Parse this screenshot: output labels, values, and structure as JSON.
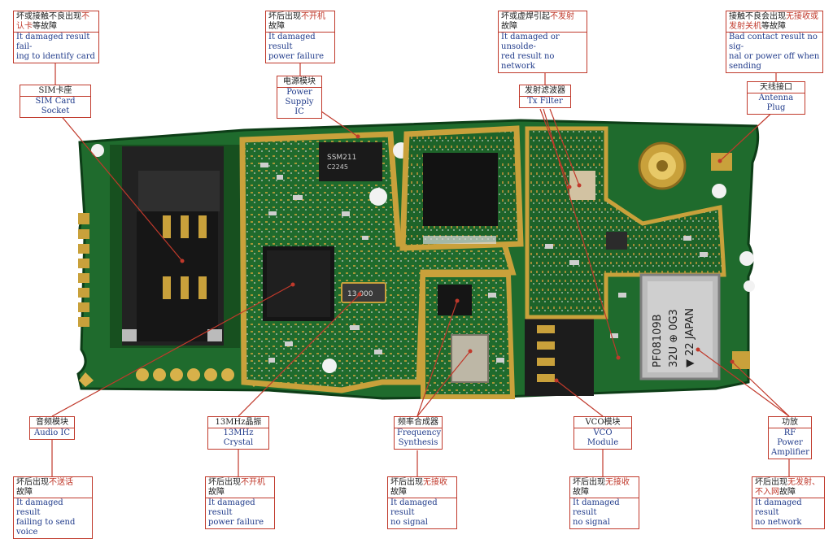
{
  "colors": {
    "pcb_green": "#1f6b2d",
    "pcb_dark": "#0d3d17",
    "gold": "#c9a13b",
    "leader_red": "#c0392b",
    "english_text": "#1f3a8a"
  },
  "components": {
    "sim_socket": {
      "cn": "SIM卡座",
      "en": "SIM Card Socket"
    },
    "power_ic": {
      "cn": "电源模块",
      "en1": "Power",
      "en2": "Supply IC"
    },
    "tx_filter": {
      "cn": "发射滤波器",
      "en": "Tx Filter"
    },
    "antenna_plug": {
      "cn": "天线接口",
      "en": "Antenna Plug"
    },
    "audio_ic": {
      "cn": "音频模块",
      "en": "Audio IC"
    },
    "crystal": {
      "cn": "13MHz晶振",
      "en": "13MHz Crystal"
    },
    "freq_synth": {
      "cn": "频率合成器",
      "en1": "Frequency",
      "en2": "Synthesis"
    },
    "vco": {
      "cn": "VCO模块",
      "en": "VCO Module"
    },
    "rf_amp": {
      "cn": "功放",
      "en1": "RF Power",
      "en2": "Amplifier"
    }
  },
  "faults": {
    "sim": {
      "cn_pre": "坏或接触不良出现",
      "cn_hl": "不认卡",
      "cn_post": "等故障",
      "en1": "It damaged result fail-",
      "en2": "ing to identify card"
    },
    "power_top": {
      "cn_pre": "坏后出现",
      "cn_hl": "不开机",
      "cn_post": "故障",
      "en1": "It damaged result",
      "en2": "power failure"
    },
    "tx": {
      "cn_pre": "坏或虚焊引起",
      "cn_hl": "不发射",
      "cn_post": "故障",
      "en1": "It damaged or unsolde-",
      "en2": "red result no network"
    },
    "antenna": {
      "cn_pre": "接触不良会出现",
      "cn_hl": "无接收或发射关机",
      "cn_post": "等故障",
      "en1": "Bad contact result no sig-",
      "en2": "nal or power off when",
      "en3": "sending"
    },
    "audio": {
      "cn_pre": "坏后出现",
      "cn_hl": "不送话",
      "cn_post": "故障",
      "en1": "It damaged result",
      "en2": "failing to send voice"
    },
    "crystal": {
      "cn_pre": "坏后出现",
      "cn_hl": "不开机",
      "cn_post": "故障",
      "en1": "It damaged result",
      "en2": "power failure"
    },
    "synth": {
      "cn_pre": "坏后出现",
      "cn_hl": "无接收",
      "cn_post": "故障",
      "en1": "It damaged result",
      "en2": "no signal"
    },
    "vco": {
      "cn_pre": "坏后出现",
      "cn_hl": "无接收",
      "cn_post": "故障",
      "en1": "It damaged result",
      "en2": "no signal"
    },
    "rf": {
      "cn_pre": "坏后出现",
      "cn_hl": "无发射、不入网",
      "cn_post": "故障",
      "en1": "It damaged result",
      "en2": "no network"
    }
  },
  "chip_markings": {
    "power_ic": "SSM211",
    "power_ic_2": "C2245",
    "pa_can_1": "PF08109B",
    "pa_can_2": "32U ⊕ 0G3",
    "pa_can_3": "▼ 22 JAPAN",
    "crystal": "13.000"
  }
}
